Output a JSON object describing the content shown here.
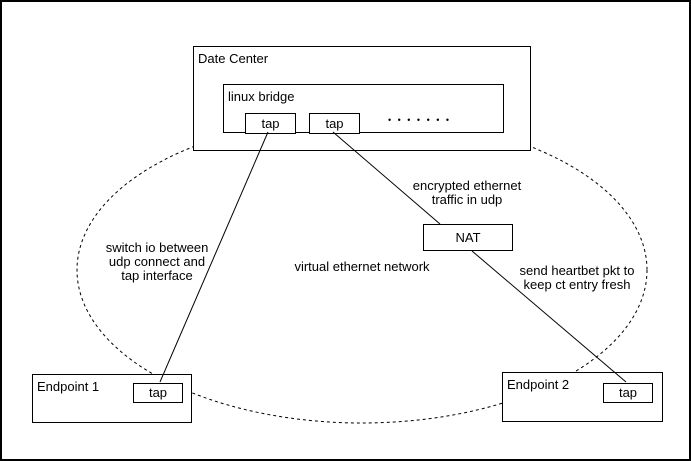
{
  "colors": {
    "stroke": "#000000",
    "background": "#ffffff",
    "text": "#000000"
  },
  "data_center": {
    "label": "Date Center"
  },
  "linux_bridge": {
    "label": "linux bridge",
    "taps": [
      "tap",
      "tap"
    ],
    "dots": "• • • • • • •"
  },
  "nat": {
    "label": "NAT"
  },
  "endpoint1": {
    "label": "Endpoint 1",
    "tap": "tap"
  },
  "endpoint2": {
    "label": "Endpoint 2",
    "tap": "tap"
  },
  "annotations": {
    "encrypted_traffic": "encrypted ethernet\ntraffic in udp",
    "switch_io": "switch io between\nudp connect and\ntap interface",
    "virtual_network": "virtual ethernet network",
    "heartbeat": "send heartbet pkt to\nkeep ct entry fresh"
  }
}
